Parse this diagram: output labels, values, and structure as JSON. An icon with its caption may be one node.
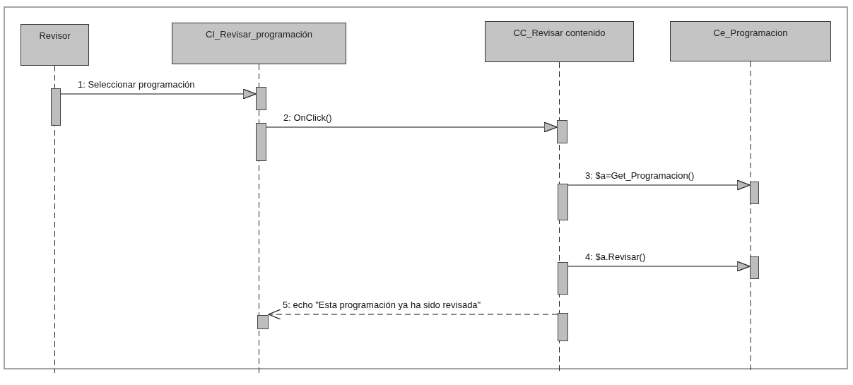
{
  "diagram": {
    "nodes": [
      {
        "text": [
          "Revisor"
        ]
      },
      {
        "text": [
          "CI_Revisar_programación"
        ]
      },
      {
        "text": [
          "CC_Revisar contenido"
        ]
      },
      {
        "text": [
          "Ce_Programacion"
        ]
      },
      {
        "text": [],
        "shape": "bar"
      },
      {
        "text": [],
        "shape": "bar"
      },
      {
        "text": [],
        "shape": "bar"
      },
      {
        "text": [],
        "shape": "bar"
      },
      {
        "text": [],
        "shape": "bar"
      },
      {
        "text": [],
        "shape": "bar"
      },
      {
        "text": [],
        "shape": "bar"
      },
      {
        "text": [],
        "shape": "bar"
      },
      {
        "text": [],
        "shape": "bar"
      },
      {
        "text": [],
        "shape": "bar"
      }
    ],
    "edges": [
      {
        "from": 4,
        "to": 5,
        "arrow": "to",
        "label": "1: Seleccionar programación"
      },
      {
        "from": 6,
        "to": 7,
        "arrow": "to",
        "label": "2: OnClick()"
      },
      {
        "from": 8,
        "to": 9,
        "arrow": "to",
        "label": "3: $a=Get_Programacion()"
      },
      {
        "from": 10,
        "to": 11,
        "arrow": "to",
        "label": "4: $a.Revisar()"
      },
      {
        "from": 12,
        "to": 13,
        "arrow": "to",
        "label": "5: echo \"Esta programación ya ha sido revisada\"",
        "style": "dashed"
      }
    ]
  }
}
